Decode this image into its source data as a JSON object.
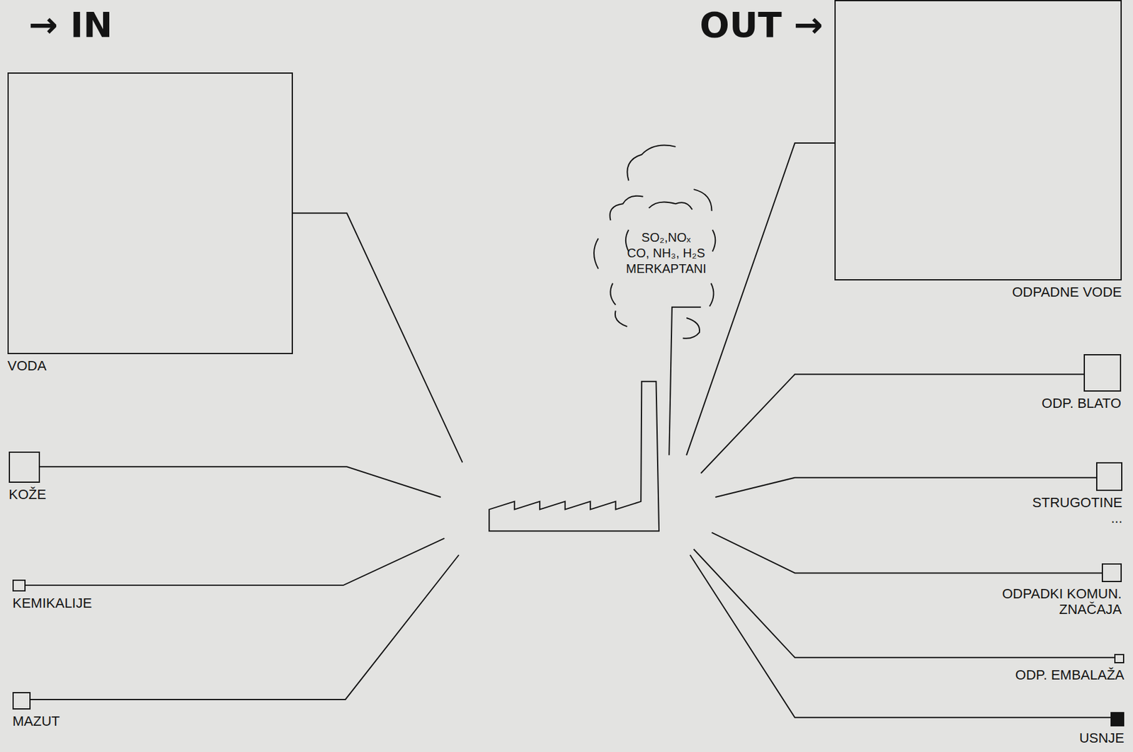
{
  "diagram": {
    "nodes": [
      {
        "text": [
          "VODA"
        ]
      },
      {
        "text": [
          "KOŽE"
        ]
      },
      {
        "text": [
          "KEMIKALIJE"
        ]
      },
      {
        "text": [
          "MAZUT"
        ]
      },
      {
        "text": [
          "SO₂,NOₓ",
          "CO, NH₃, H₂S",
          "MERKAPTANI"
        ]
      },
      {
        "text": [
          "ODPADNE VODE"
        ]
      },
      {
        "text": [
          "ODP. BLATO"
        ]
      },
      {
        "text": [
          "STRUGOTINE",
          "..."
        ]
      },
      {
        "text": [
          "ODPADKI KOMUN. ZNAČAJA"
        ]
      },
      {
        "text": [
          "ODP. EMBALAŽA"
        ]
      },
      {
        "text": [
          "USNJE"
        ]
      }
    ],
    "labels": [
      "→ IN",
      "OUT →"
    ]
  }
}
